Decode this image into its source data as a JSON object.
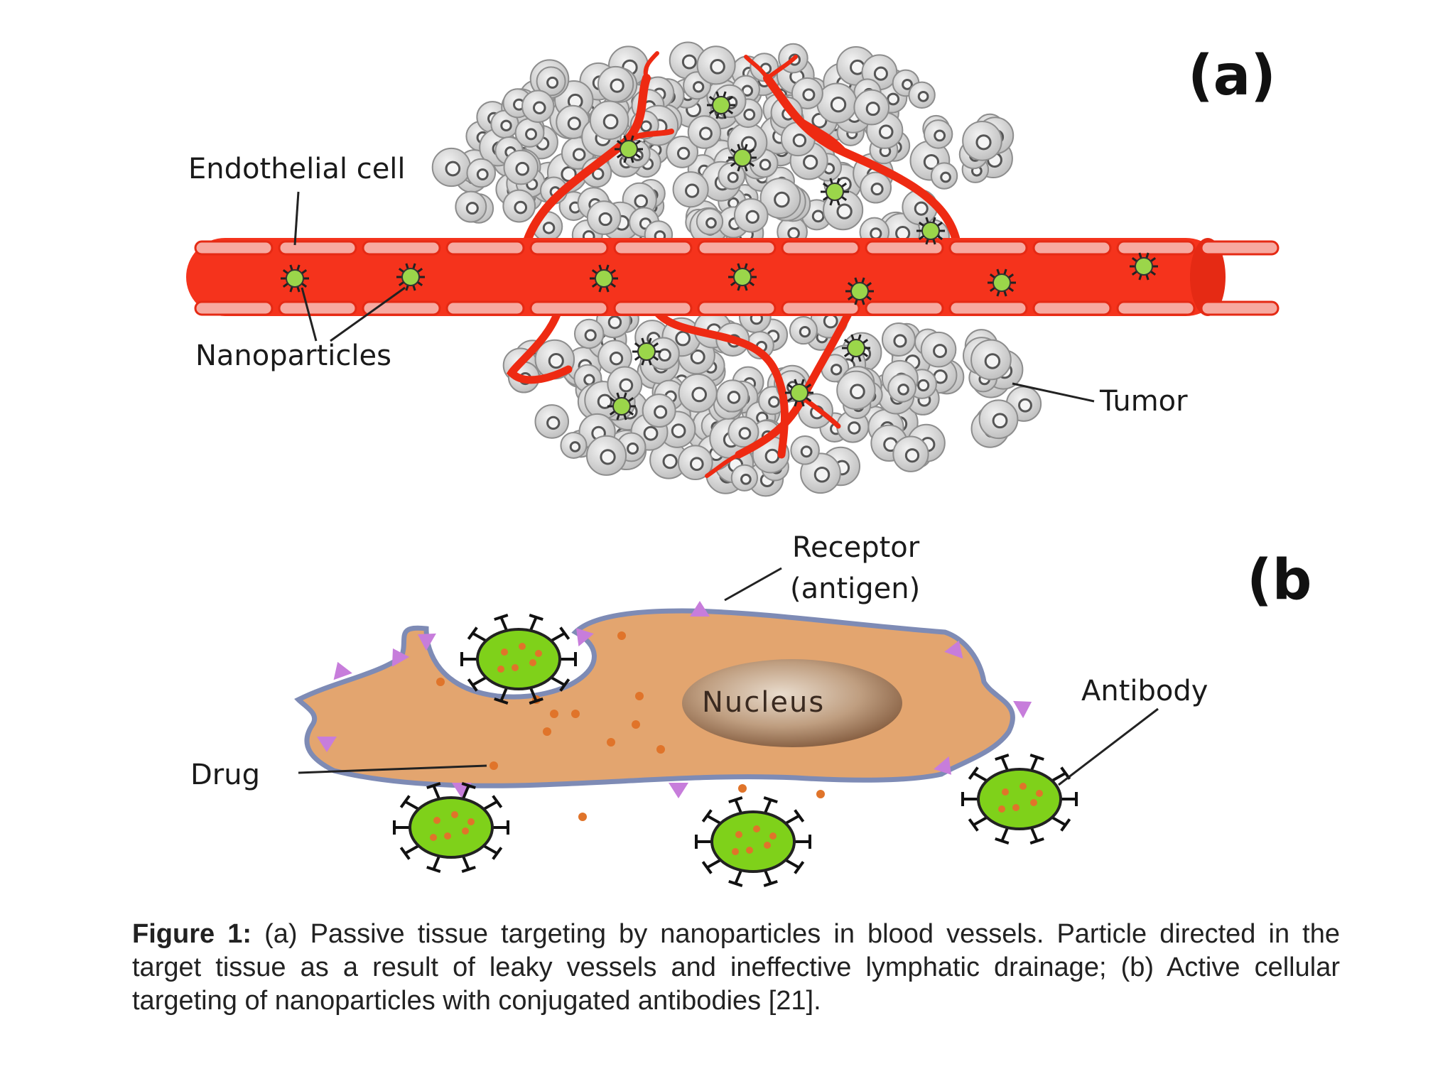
{
  "panel_a": {
    "tag": "(a)",
    "labels": {
      "endothelial": "Endothelial cell",
      "nanoparticles": "Nanoparticles",
      "tumor": "Tumor"
    }
  },
  "panel_b": {
    "tag": "(b",
    "labels": {
      "receptor_line1": "Receptor",
      "receptor_line2": "(antigen)",
      "nucleus": "Nucleus",
      "antibody": "Antibody",
      "drug": "Drug"
    }
  },
  "caption": {
    "lead": "Figure 1:",
    "text": " (a) Passive tissue targeting by nanoparticles in blood vessels. Particle directed in the target tissue as a result of leaky vessels and ineffective lymphatic drainage; (b) Active cellular targeting of nanoparticles with conjugated antibodies [21]."
  },
  "colors": {
    "vessel": "#f5331c",
    "tumor_cell": "#cfcfcf",
    "nanoparticle": "#7fd11a",
    "cell_body": "#e3a56f",
    "nucleus": "#b08a6d",
    "receptor": "#c77ddb",
    "drug": "#e0742a"
  }
}
